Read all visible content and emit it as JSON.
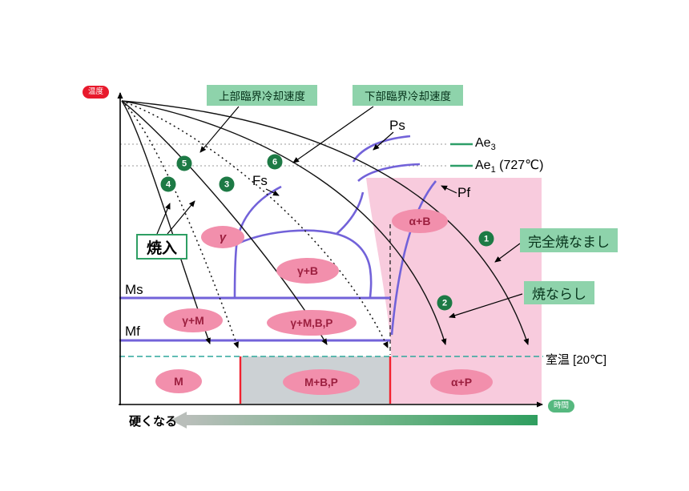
{
  "axes": {
    "y_label": "温度",
    "x_label": "時間"
  },
  "labels": {
    "upper_critical": "上部臨界冷却速度",
    "lower_critical": "下部臨界冷却速度",
    "quench": "焼入",
    "full_anneal": "完全焼なまし",
    "normalize": "焼ならし",
    "room_temp": "室温 [20℃]",
    "harder": "硬くなる",
    "ms": "Ms",
    "mf": "Mf",
    "ps": "Ps",
    "fs": "Fs",
    "pf": "Pf",
    "ae3": {
      "base": "Ae",
      "sub": "3",
      "rest": ""
    },
    "ae1": {
      "base": "Ae",
      "sub": "1",
      "rest": " (727℃)"
    }
  },
  "regions": [
    {
      "id": "gamma",
      "label": "γ"
    },
    {
      "id": "alpha-b",
      "label": "α+B"
    },
    {
      "id": "gamma-b",
      "label": "γ+B"
    },
    {
      "id": "gamma-m",
      "label": "γ+M"
    },
    {
      "id": "gamma-mbp",
      "label": "γ+M,B,P"
    },
    {
      "id": "m",
      "label": "M"
    },
    {
      "id": "m-bp",
      "label": "M+B,P"
    },
    {
      "id": "alpha-p",
      "label": "α+P"
    }
  ],
  "markers": [
    {
      "n": "1"
    },
    {
      "n": "2"
    },
    {
      "n": "3"
    },
    {
      "n": "4"
    },
    {
      "n": "5"
    },
    {
      "n": "6"
    }
  ],
  "diagram": {
    "type": "continuous-cooling-transformation",
    "cooling_curves": [
      {
        "id": "1",
        "style": "solid",
        "annotation": "完全焼なまし"
      },
      {
        "id": "2",
        "style": "solid",
        "annotation": "焼ならし"
      },
      {
        "id": "3",
        "style": "solid",
        "annotation": "焼入"
      },
      {
        "id": "4",
        "style": "solid",
        "annotation": "焼入"
      },
      {
        "id": "5",
        "style": "dotted",
        "annotation": "上部臨界冷却速度"
      },
      {
        "id": "6",
        "style": "dotted",
        "annotation": "下部臨界冷却速度"
      }
    ],
    "transformation_lines": [
      "Ps",
      "Fs",
      "Pf",
      "Ms",
      "Mf"
    ],
    "reference_lines": [
      "Ae3",
      "Ae1 (727℃)",
      "室温 [20℃]"
    ]
  },
  "colors": {
    "green_box_bg": "#8ed3ab",
    "green_box_text": "#05321a",
    "marker_badge": "#1d7a45",
    "ellipse_pink": "#f28fac",
    "ellipse_text": "#9c1f3f",
    "region_pink": "#f8cbdd",
    "region_gray": "#ccd1d4",
    "purple_line": "#7262d9",
    "teal_dashed": "#2fa79b",
    "red_line": "#f2212e",
    "temp_badge": "#e8192c",
    "time_badge": "#56b87f",
    "green_ref_line": "#2d9e68"
  }
}
